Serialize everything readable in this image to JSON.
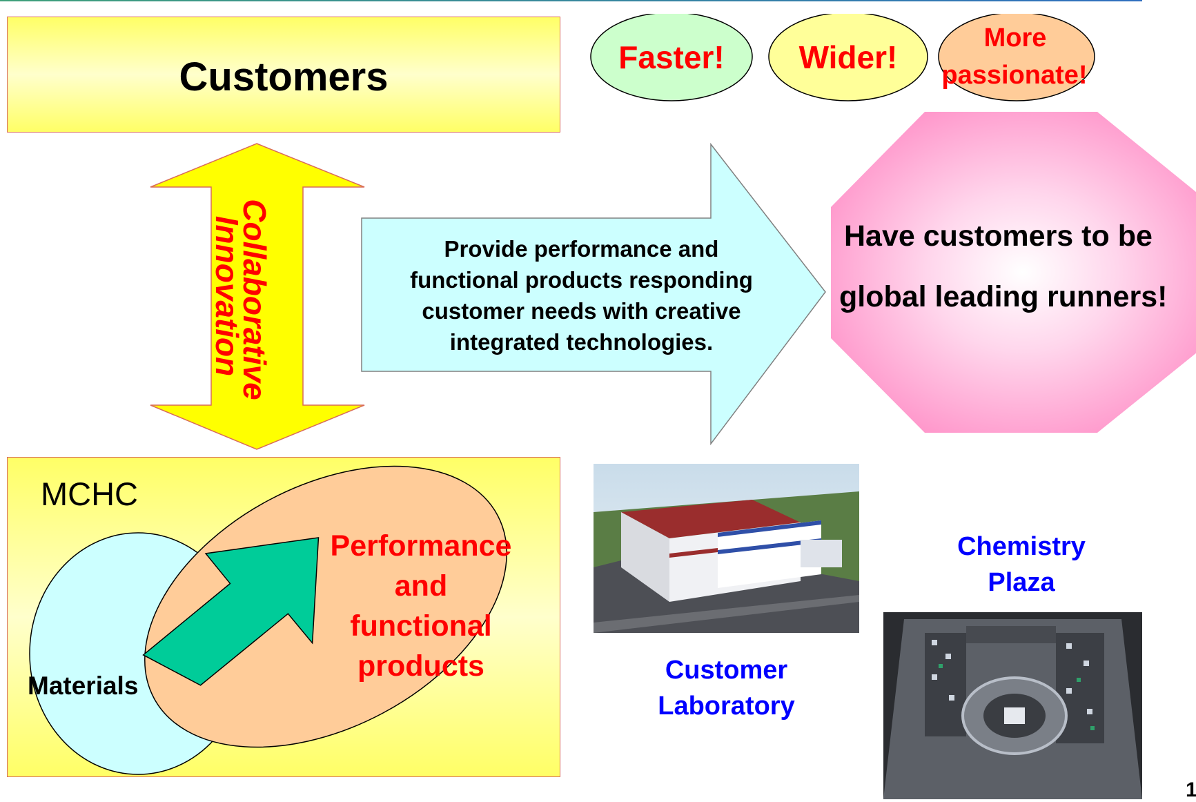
{
  "customers_label": "Customers",
  "bubbles": {
    "faster": "Faster!",
    "wider": "Wider!",
    "more": "More",
    "passionate": "passionate!"
  },
  "collab": {
    "line1": "Collaborative",
    "line2": "Innovation"
  },
  "big_arrow_text": {
    "line1": "Provide performance and",
    "line2": "functional products responding",
    "line3": "customer needs with creative",
    "line4": "integrated technologies."
  },
  "octagon_text": {
    "line1": "Have customers to be",
    "line2": "global leading runners!"
  },
  "mchc": {
    "label": "MCHC",
    "materials": "Materials",
    "perf_line1": "Performance",
    "perf_line2": "and",
    "perf_line3": "functional",
    "perf_line4": "products"
  },
  "customer_lab": {
    "line1": "Customer",
    "line2": "Laboratory"
  },
  "chem_plaza": {
    "line1": "Chemistry",
    "line2": "Plaza"
  },
  "page_number": "1"
}
